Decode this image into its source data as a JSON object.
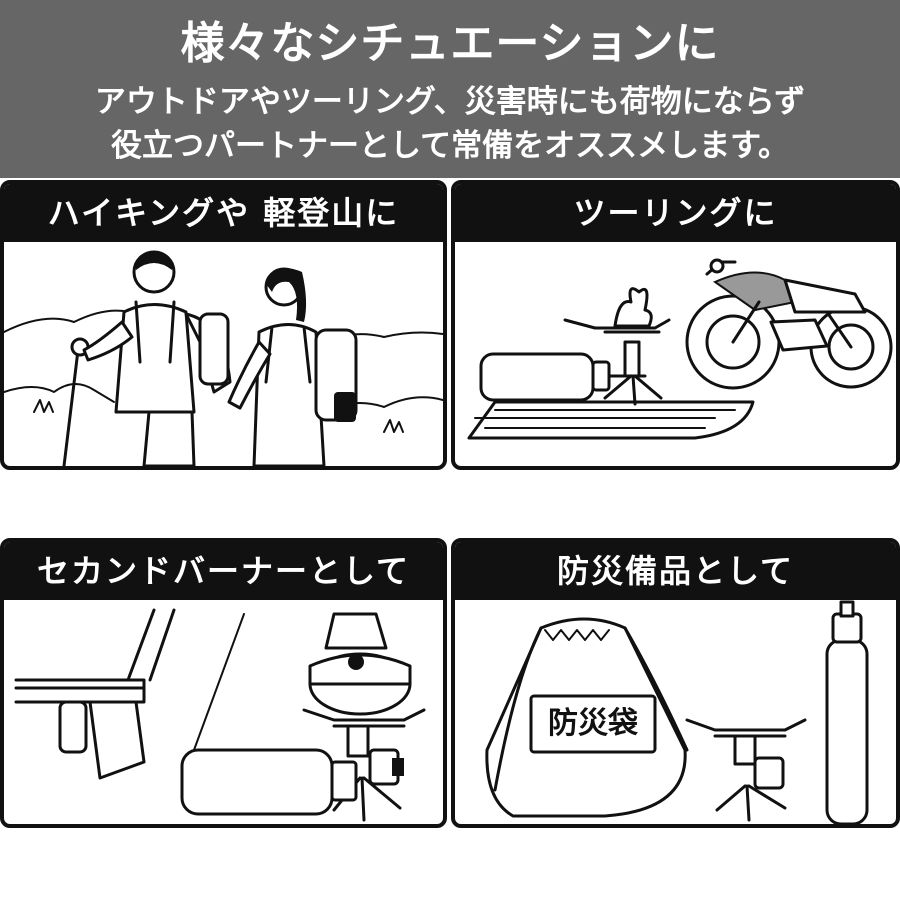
{
  "header": {
    "title": "様々なシチュエーションに",
    "subtitle_line1": "アウトドアやツーリング、災害時にも荷物にならず",
    "subtitle_line2": "役立つパートナーとして常備をオススメします。"
  },
  "panels": [
    {
      "heading": "ハイキングや 軽登山に",
      "illustration": "hikers-illustration"
    },
    {
      "heading": "ツーリングに",
      "illustration": "motorcycle-stove-illustration"
    },
    {
      "heading": "セカンドバーナーとして",
      "illustration": "table-kettle-stove-illustration"
    },
    {
      "heading": "防災備品として",
      "illustration": "emergency-bag-stove-illustration",
      "bag_label": "防災袋"
    }
  ],
  "colors": {
    "header_bg": "#666666",
    "bar_bg": "#111111",
    "text_light": "#ffffff"
  }
}
